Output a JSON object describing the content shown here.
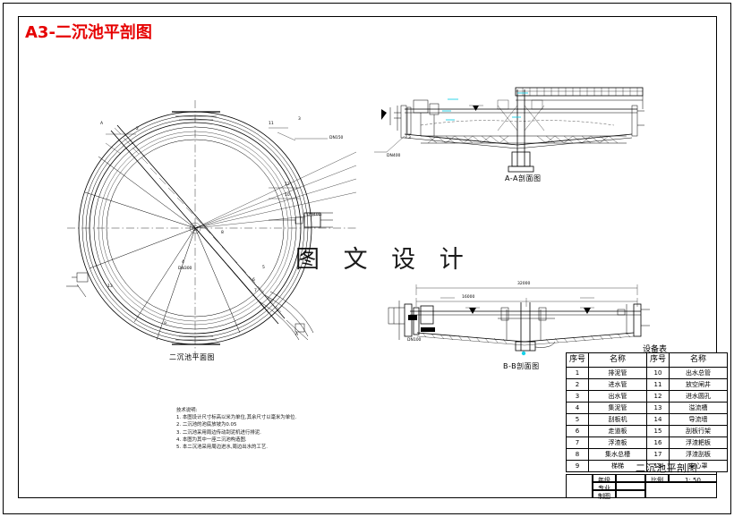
{
  "document": {
    "title": "A3-二沉池平剖图",
    "watermark": "图 文 设 计",
    "title_color": "#e60000",
    "highlight_color": "#19d2e8"
  },
  "views": {
    "plan_caption": "二沉池平面图",
    "section_aa_caption": "A-A剖面图",
    "section_bb_caption": "B-B剖面图"
  },
  "equipment_table": {
    "title": "设备表",
    "headers": [
      "序号",
      "名称",
      "序号",
      "名称"
    ],
    "rows": [
      {
        "no_left": "1",
        "name_left": "排泥管",
        "no_right": "10",
        "name_right": "出水总管",
        "highlight": true
      },
      {
        "no_left": "2",
        "name_left": "进水管",
        "no_right": "11",
        "name_right": "放空闸井",
        "highlight": false
      },
      {
        "no_left": "3",
        "name_left": "出水管",
        "no_right": "12",
        "name_right": "进水圆孔",
        "highlight": false
      },
      {
        "no_left": "4",
        "name_left": "集泥管",
        "no_right": "13",
        "name_right": "溢流槽",
        "highlight": false
      },
      {
        "no_left": "5",
        "name_left": "刮板机",
        "no_right": "14",
        "name_right": "导流墙",
        "highlight": false
      },
      {
        "no_left": "6",
        "name_left": "走道板",
        "no_right": "15",
        "name_right": "刮板行架",
        "highlight": false
      },
      {
        "no_left": "7",
        "name_left": "浮渣板",
        "no_right": "16",
        "name_right": "浮渣耙板",
        "highlight": false
      },
      {
        "no_left": "8",
        "name_left": "集水总槽",
        "no_right": "17",
        "name_right": "浮渣刮板",
        "highlight": false
      },
      {
        "no_left": "9",
        "name_left": "梯梯",
        "no_right": "18",
        "name_right": "中心罩",
        "highlight": false
      }
    ]
  },
  "title_block": {
    "drawing_name": "二沉池平剖图",
    "scale_label": "比例",
    "scale_value": "1: 50",
    "row_grade": "年级",
    "row_major": "专业",
    "row_drafter": "制图",
    "value_grade": "",
    "value_major": "",
    "value_drafter": ""
  },
  "notes": {
    "heading": "技术说明:",
    "lines": [
      "1. 本图设计尺寸标高以米为单位,其余尺寸以毫米为单位.",
      "2. 二沉池的池底放坡为0.05",
      "3. 二沉池采用周边传动刮泥机进行排泥.",
      "4. 本图为其中一座二沉池构造图.",
      "5. 本二沉池采用周边进水,周边出水的工艺."
    ]
  },
  "plan_labels": {
    "item_2": "2",
    "item_11": "11",
    "item_3": "3",
    "item_12": "12",
    "item_10": "10",
    "item_1": "1",
    "item_5": "5",
    "item_6": "6",
    "item_7": "7",
    "item_8": "8",
    "item_4": "4",
    "item_9": "9",
    "item_13": "13",
    "pipe_dn400": "DN400",
    "pipe_dn300": "DN300",
    "pipe_dn150": "DN150",
    "section_mark_a_top": "A",
    "section_mark_a_bottom": "A",
    "section_mark_b": "B"
  },
  "section_labels": {
    "aa_pipe": "DN400",
    "bb_pipe": "DN100",
    "bb_dim_total": "32000",
    "bb_dim_half": "16000",
    "aa_item": "3"
  }
}
